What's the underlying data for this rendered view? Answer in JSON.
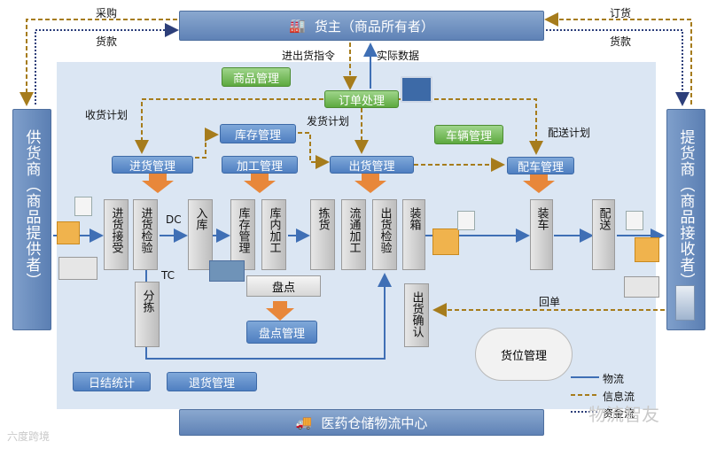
{
  "top_bar": {
    "title": "货主（商品所有者）"
  },
  "bottom_bar": {
    "title": "医药仓储物流中心"
  },
  "left_side": {
    "title": "供货商（商品提供者）"
  },
  "right_side": {
    "title": "提货商（商品接收者）"
  },
  "top_labels": {
    "purchase_left": "采购",
    "payment_left": "货款",
    "order_right": "订货",
    "payment_right": "货款",
    "inout_cmd": "进出货指令",
    "actual_data": "实际数据"
  },
  "mgmt": {
    "goods": "商品管理",
    "order": "订单处理",
    "inventory": "库存管理",
    "inbound": "进货管理",
    "processing": "加工管理",
    "outbound": "出货管理",
    "vehicle": "车辆管理",
    "dispatch": "配车管理",
    "stocktake_mgmt": "盘点管理",
    "daily": "日结统计",
    "returns": "退货管理"
  },
  "plan_labels": {
    "receive_plan": "收货计划",
    "ship_plan": "发货计划",
    "delivery_plan": "配送计划"
  },
  "process": {
    "receive": "进货接受",
    "inspect": "进货检验",
    "store": "入库",
    "storage": "库存管理",
    "internal": "库内加工",
    "pick": "拣货",
    "circulate": "流通加工",
    "out_inspect": "出货检验",
    "pack": "装箱",
    "load": "装车",
    "deliver": "配送",
    "sort": "分拣",
    "out_confirm": "出货确认"
  },
  "misc": {
    "dc": "DC",
    "tc": "TC",
    "stocktake": "盘点",
    "receipt": "回单",
    "location": "货位管理"
  },
  "legend": {
    "logistics": "物流",
    "info": "信息流",
    "funds": "资金流"
  },
  "watermarks": {
    "left": "六度跨境",
    "right": "物流智友"
  },
  "colors": {
    "logistics": "#3f6fb5",
    "info": "#a67c1c",
    "funds": "#2d3f7a"
  }
}
